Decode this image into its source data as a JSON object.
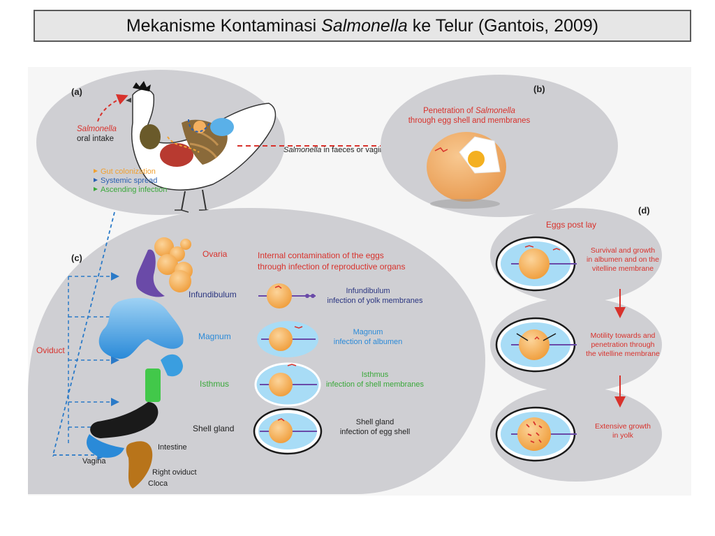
{
  "title": {
    "pre": "Mekanisme Kontaminasi ",
    "italic": "Salmonella",
    "post": " ke Telur (Gantois, 2009)"
  },
  "panel_a": {
    "marker": "(a)",
    "salmonella": "Salmonella",
    "oral_intake": "oral intake",
    "legend": [
      "Gut colonization",
      "Systemic spread",
      "Ascending infection"
    ],
    "arrow_label_italic": "Salmonella",
    "arrow_label_rest": " in faeces or vagina"
  },
  "panel_b": {
    "marker": "(b)",
    "line1_pre": "Penetration of ",
    "line1_italic": "Salmonella",
    "line2": "through egg shell and membranes"
  },
  "panel_c": {
    "marker": "(c)",
    "header1": "Internal contamination of the eggs",
    "header2": "through infection of reproductive organs",
    "oviduct": "Oviduct",
    "ovaria": "Ovaria",
    "infundibulum": "Infundibulum",
    "magnum": "Magnum",
    "isthmus": "Isthmus",
    "shell_gland": "Shell gland",
    "intestine": "Intestine",
    "vagina": "Vagina",
    "right_oviduct": "Right oviduct",
    "cloca": "Cloca",
    "infections": [
      [
        "Infundibulum",
        "infection of yolk membranes"
      ],
      [
        "Magnum",
        "infection of albumen"
      ],
      [
        "Isthmus",
        "infection of shell membranes"
      ],
      [
        "Shell gland",
        "infection of egg shell"
      ]
    ]
  },
  "panel_d": {
    "marker": "(d)",
    "title": "Eggs post lay",
    "step1": [
      "Survival and growth",
      "in albumen and on the",
      "vitelline membrane"
    ],
    "step2": [
      "Motility towards and",
      "penetration through",
      "the vitelline membrane"
    ],
    "step3": [
      "Extensive growth",
      "in yolk"
    ]
  },
  "colors": {
    "red": "#d8322c",
    "orange": "#f0a030",
    "blue": "#2a5fb0",
    "green": "#3aa83a",
    "navy": "#2a3580",
    "panel": "#cfcfd3"
  }
}
